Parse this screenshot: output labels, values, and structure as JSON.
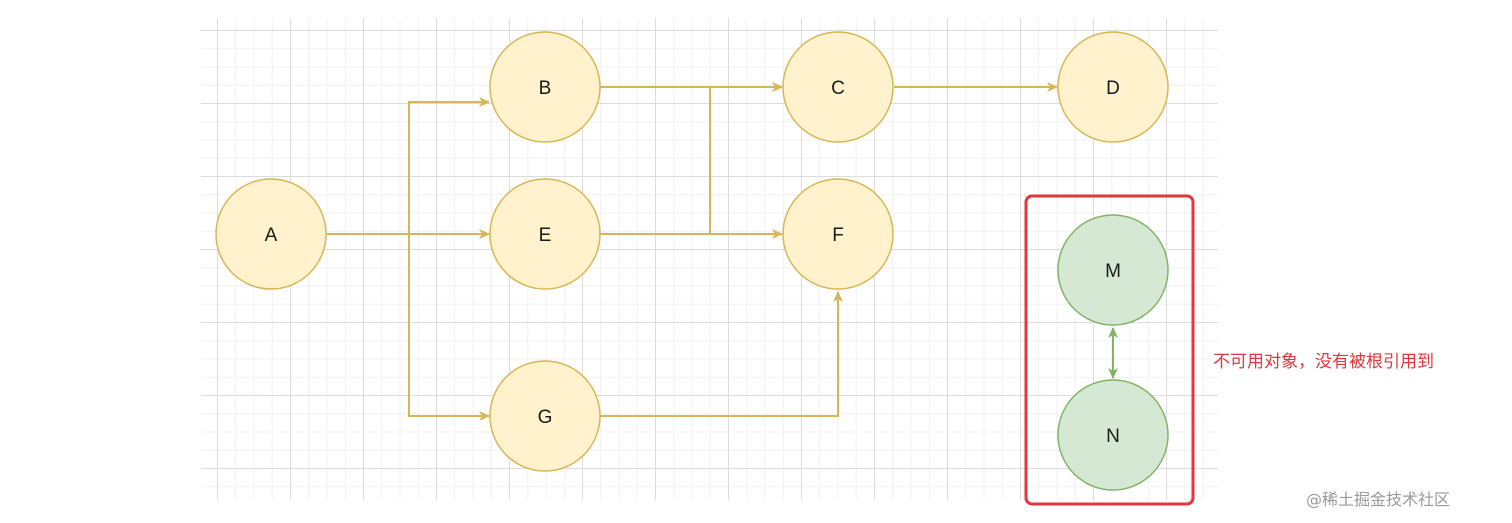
{
  "diagram": {
    "nodes": [
      {
        "id": "A",
        "label": "A",
        "group": "reachable"
      },
      {
        "id": "B",
        "label": "B",
        "group": "reachable"
      },
      {
        "id": "C",
        "label": "C",
        "group": "reachable"
      },
      {
        "id": "D",
        "label": "D",
        "group": "reachable"
      },
      {
        "id": "E",
        "label": "E",
        "group": "reachable"
      },
      {
        "id": "F",
        "label": "F",
        "group": "reachable"
      },
      {
        "id": "G",
        "label": "G",
        "group": "reachable"
      },
      {
        "id": "M",
        "label": "M",
        "group": "unreachable"
      },
      {
        "id": "N",
        "label": "N",
        "group": "unreachable"
      }
    ],
    "edges": [
      {
        "from": "A",
        "to": "B",
        "directed": true
      },
      {
        "from": "A",
        "to": "E",
        "directed": true
      },
      {
        "from": "A",
        "to": "G",
        "directed": true
      },
      {
        "from": "B",
        "to": "C",
        "directed": true
      },
      {
        "from": "E",
        "to": "C",
        "directed": true
      },
      {
        "from": "E",
        "to": "F",
        "directed": true
      },
      {
        "from": "C",
        "to": "D",
        "directed": true
      },
      {
        "from": "G",
        "to": "F",
        "directed": true
      },
      {
        "from": "M",
        "to": "N",
        "directed": true,
        "bidirectional": true
      }
    ],
    "annotation": "不可用对象，没有被根引用到",
    "watermark": "@稀土掘金技术社区"
  },
  "colors": {
    "reachable_fill": "#fff2cc",
    "reachable_stroke": "#d6b656",
    "unreachable_fill": "#d5e8d4",
    "unreachable_stroke": "#82b366",
    "highlight_box": "#e0383e",
    "annotation_text": "#e0383e",
    "watermark_text": "#9a9a9a"
  }
}
